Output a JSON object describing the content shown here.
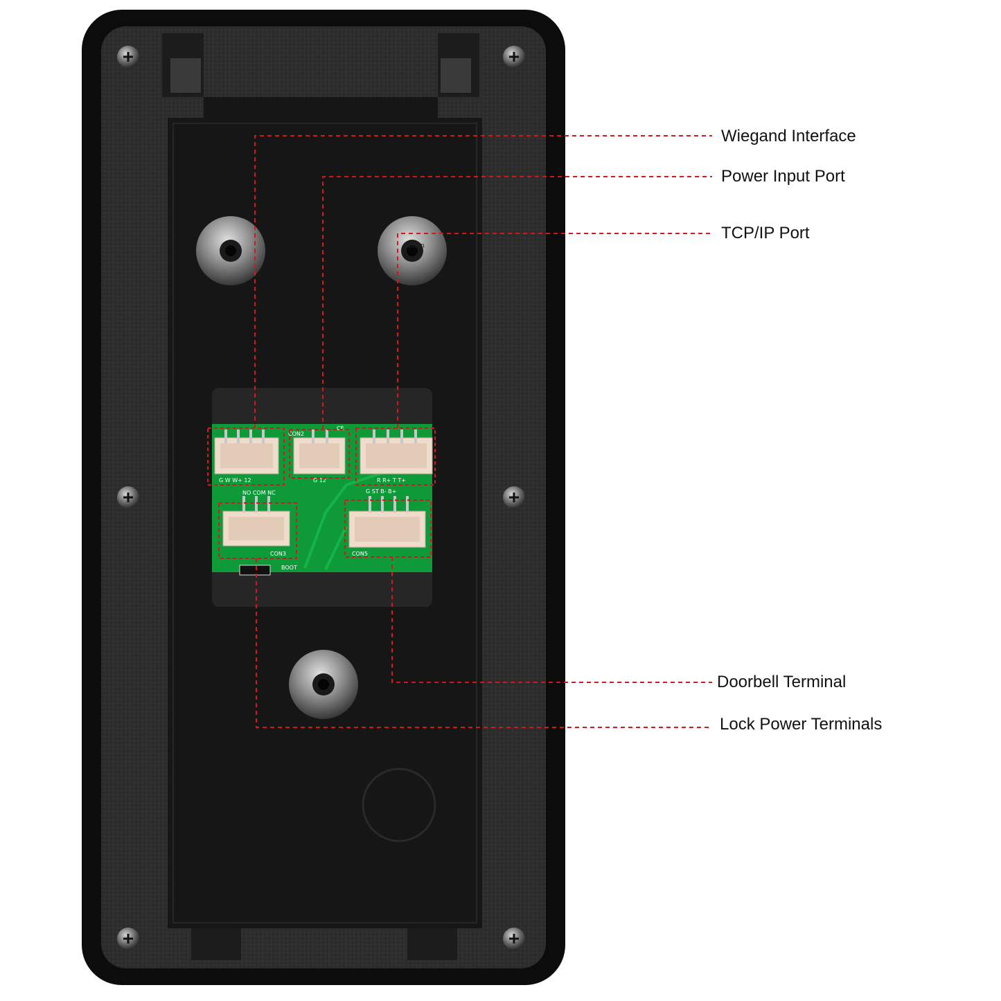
{
  "colors": {
    "callout_line": "#d9141b",
    "housing": "#0c0c0c",
    "panel": "#2c2c2c",
    "plate": "#161616",
    "pcb": "#0f9a3a",
    "connector": "#efdccb"
  },
  "callouts": [
    {
      "id": "wiegand",
      "label": "Wiegand Interface"
    },
    {
      "id": "power",
      "label": "Power Input Port"
    },
    {
      "id": "tcpip",
      "label": "TCP/IP Port"
    },
    {
      "id": "doorbell",
      "label": "Doorbell Terminal"
    },
    {
      "id": "lock",
      "label": "Lock Power Terminals"
    }
  ],
  "pcb_labels": {
    "con2": "CON2",
    "ce": "CE",
    "con3": "CON3",
    "con5": "CON5",
    "boot": "BOOT",
    "wiegand_pins": "G  W  W+ 12",
    "power_pins": "G  12",
    "tcp_pins": "R  R+  T  T+",
    "lock_pins": "NO COM NC",
    "doorbell_pins": "G  ST  B-  B+",
    "option": "option"
  }
}
